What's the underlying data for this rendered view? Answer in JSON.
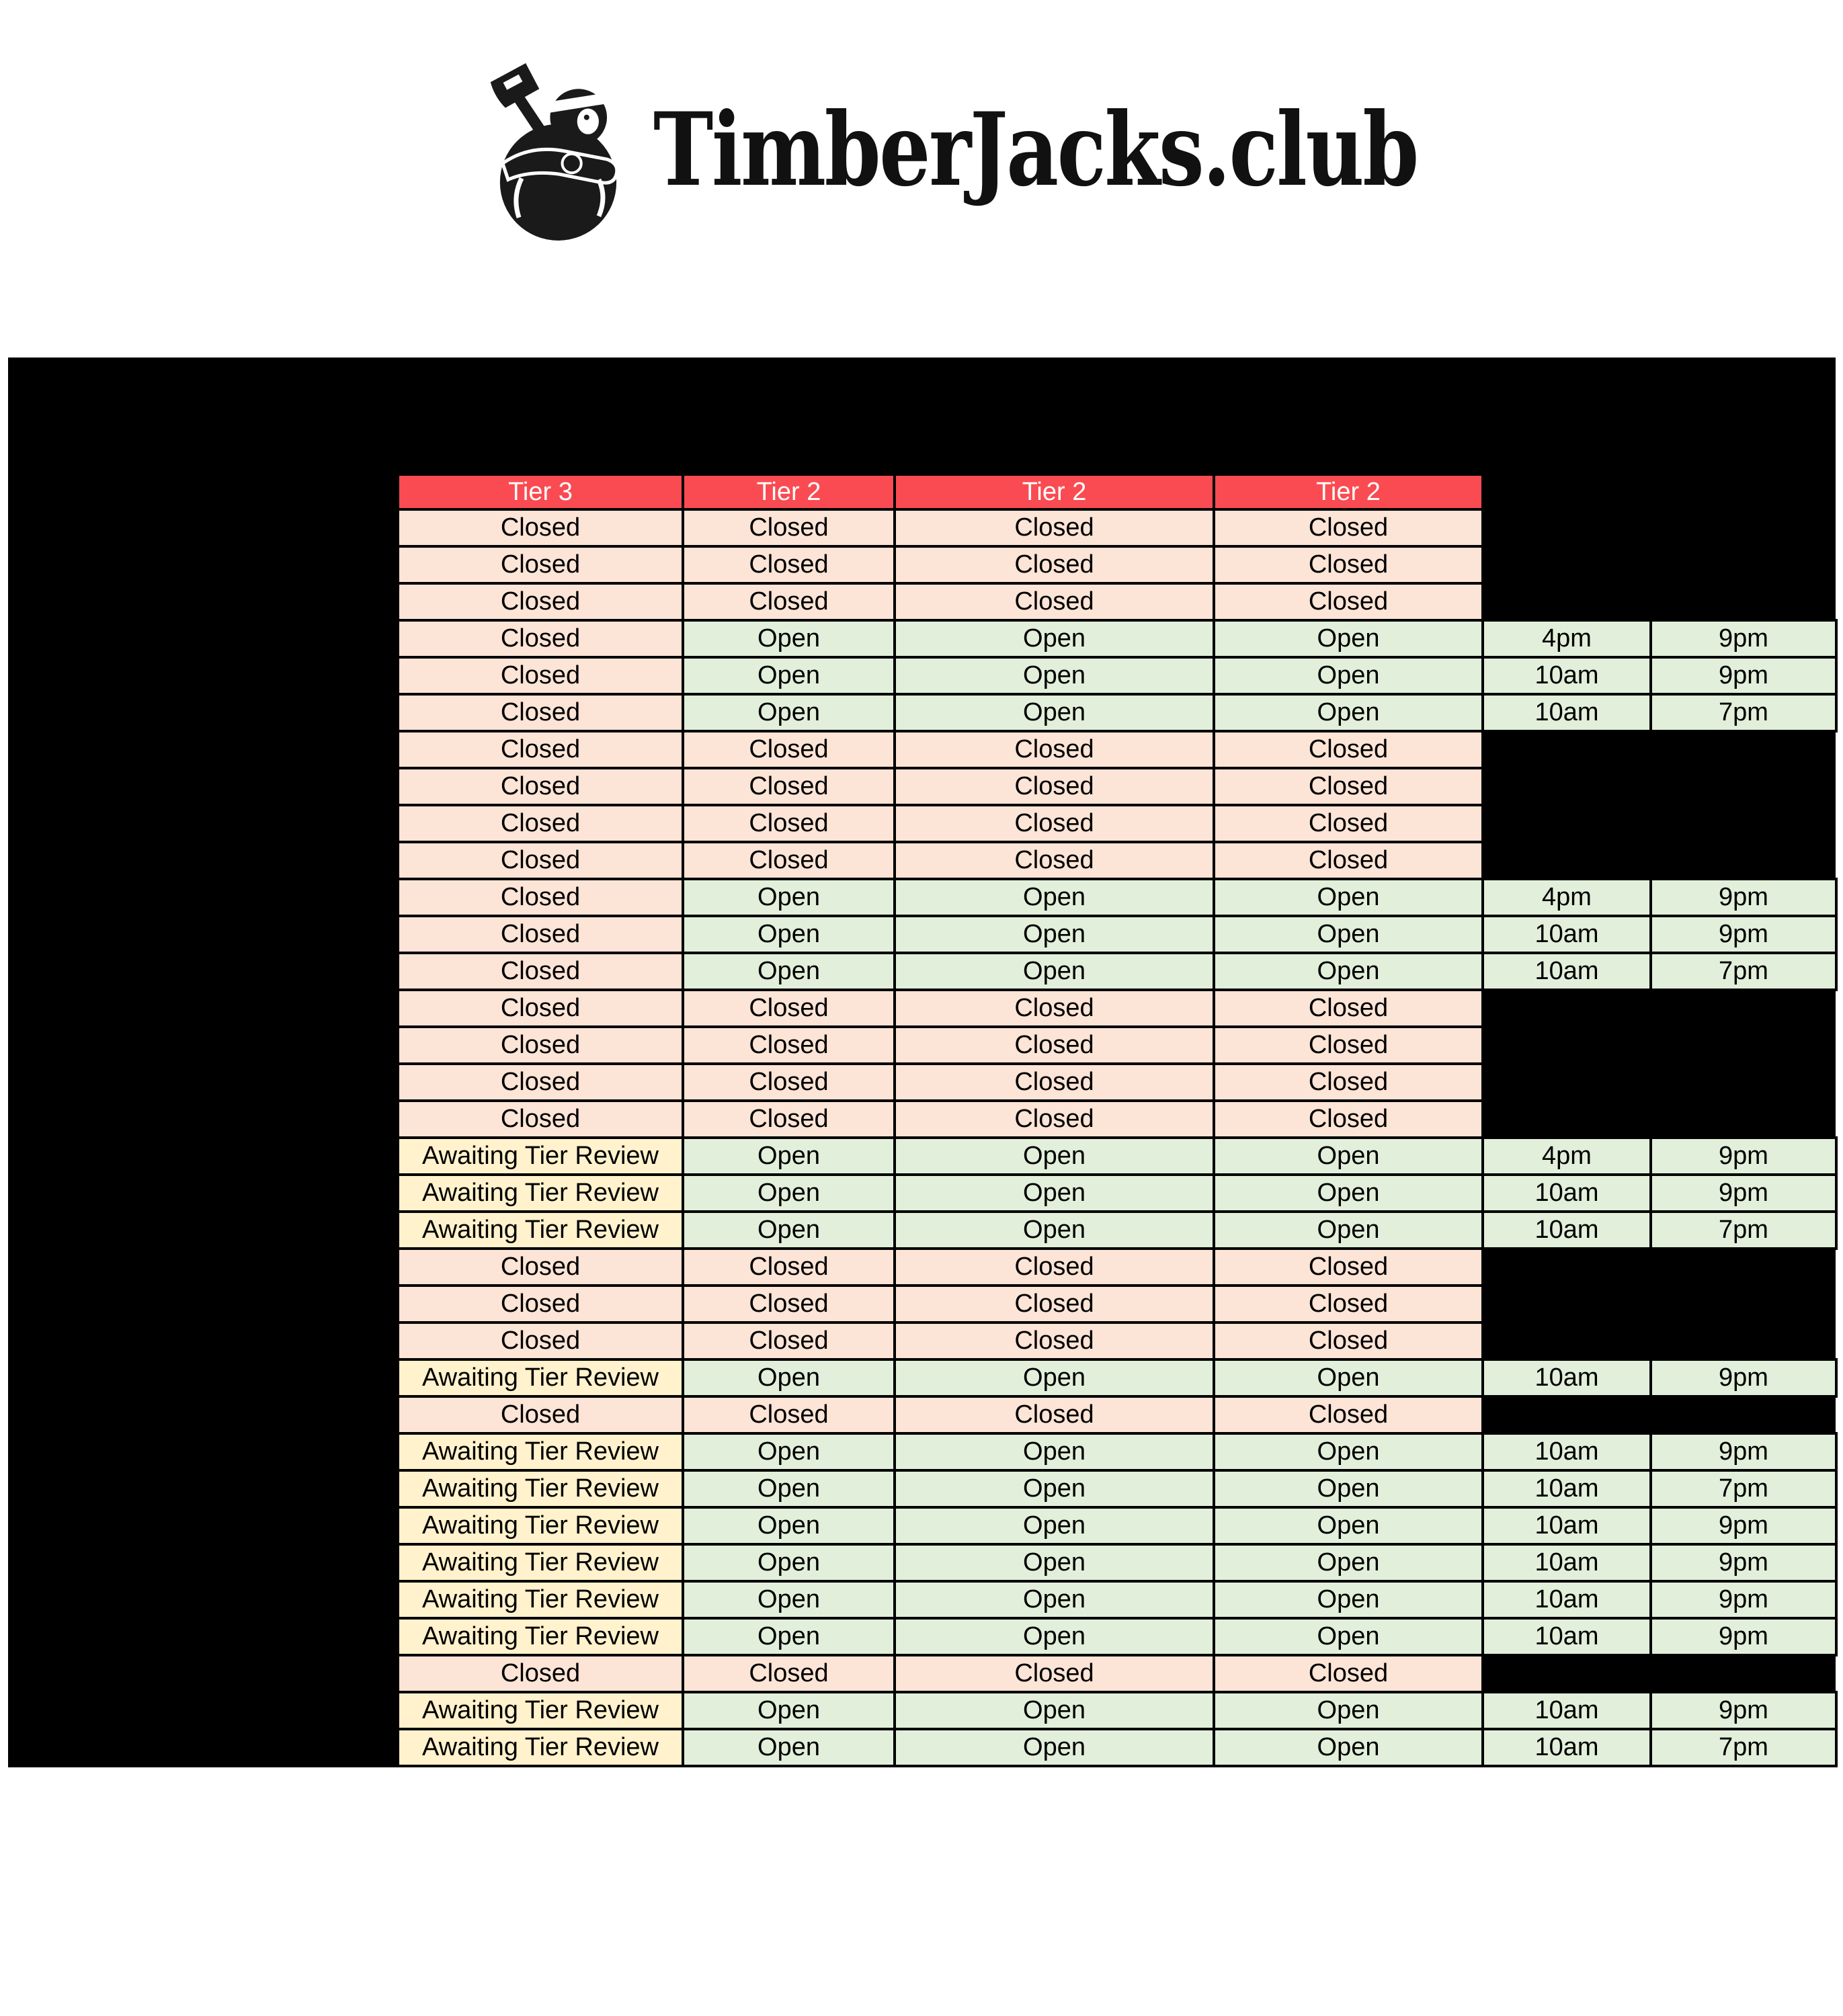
{
  "logo": {
    "text": "TimberJacks.club",
    "icon": "lumberjack-axe-icon"
  },
  "colors": {
    "panel_bg": "#000000",
    "header_red": "#fa4b52",
    "closed_bg": "#fce4d6",
    "open_bg": "#e2efda",
    "awaiting_bg": "#fff2cc",
    "header_text": "#ffffff",
    "cell_text": "#000000"
  },
  "table": {
    "headers": [
      "Tier 3",
      "Tier 2",
      "Tier 2",
      "Tier 2"
    ],
    "rows": [
      {
        "statuses": [
          "Closed",
          "Closed",
          "Closed",
          "Closed"
        ],
        "open_time": "",
        "close_time": ""
      },
      {
        "statuses": [
          "Closed",
          "Closed",
          "Closed",
          "Closed"
        ],
        "open_time": "",
        "close_time": ""
      },
      {
        "statuses": [
          "Closed",
          "Closed",
          "Closed",
          "Closed"
        ],
        "open_time": "",
        "close_time": ""
      },
      {
        "statuses": [
          "Closed",
          "Open",
          "Open",
          "Open"
        ],
        "open_time": "4pm",
        "close_time": "9pm"
      },
      {
        "statuses": [
          "Closed",
          "Open",
          "Open",
          "Open"
        ],
        "open_time": "10am",
        "close_time": "9pm"
      },
      {
        "statuses": [
          "Closed",
          "Open",
          "Open",
          "Open"
        ],
        "open_time": "10am",
        "close_time": "7pm"
      },
      {
        "statuses": [
          "Closed",
          "Closed",
          "Closed",
          "Closed"
        ],
        "open_time": "",
        "close_time": ""
      },
      {
        "statuses": [
          "Closed",
          "Closed",
          "Closed",
          "Closed"
        ],
        "open_time": "",
        "close_time": ""
      },
      {
        "statuses": [
          "Closed",
          "Closed",
          "Closed",
          "Closed"
        ],
        "open_time": "",
        "close_time": ""
      },
      {
        "statuses": [
          "Closed",
          "Closed",
          "Closed",
          "Closed"
        ],
        "open_time": "",
        "close_time": ""
      },
      {
        "statuses": [
          "Closed",
          "Open",
          "Open",
          "Open"
        ],
        "open_time": "4pm",
        "close_time": "9pm"
      },
      {
        "statuses": [
          "Closed",
          "Open",
          "Open",
          "Open"
        ],
        "open_time": "10am",
        "close_time": "9pm"
      },
      {
        "statuses": [
          "Closed",
          "Open",
          "Open",
          "Open"
        ],
        "open_time": "10am",
        "close_time": "7pm"
      },
      {
        "statuses": [
          "Closed",
          "Closed",
          "Closed",
          "Closed"
        ],
        "open_time": "",
        "close_time": ""
      },
      {
        "statuses": [
          "Closed",
          "Closed",
          "Closed",
          "Closed"
        ],
        "open_time": "",
        "close_time": ""
      },
      {
        "statuses": [
          "Closed",
          "Closed",
          "Closed",
          "Closed"
        ],
        "open_time": "",
        "close_time": ""
      },
      {
        "statuses": [
          "Closed",
          "Closed",
          "Closed",
          "Closed"
        ],
        "open_time": "",
        "close_time": ""
      },
      {
        "statuses": [
          "Awaiting Tier Review",
          "Open",
          "Open",
          "Open"
        ],
        "open_time": "4pm",
        "close_time": "9pm"
      },
      {
        "statuses": [
          "Awaiting Tier Review",
          "Open",
          "Open",
          "Open"
        ],
        "open_time": "10am",
        "close_time": "9pm"
      },
      {
        "statuses": [
          "Awaiting Tier Review",
          "Open",
          "Open",
          "Open"
        ],
        "open_time": "10am",
        "close_time": "7pm"
      },
      {
        "statuses": [
          "Closed",
          "Closed",
          "Closed",
          "Closed"
        ],
        "open_time": "",
        "close_time": ""
      },
      {
        "statuses": [
          "Closed",
          "Closed",
          "Closed",
          "Closed"
        ],
        "open_time": "",
        "close_time": ""
      },
      {
        "statuses": [
          "Closed",
          "Closed",
          "Closed",
          "Closed"
        ],
        "open_time": "",
        "close_time": ""
      },
      {
        "statuses": [
          "Awaiting Tier Review",
          "Open",
          "Open",
          "Open"
        ],
        "open_time": "10am",
        "close_time": "9pm"
      },
      {
        "statuses": [
          "Closed",
          "Closed",
          "Closed",
          "Closed"
        ],
        "open_time": "",
        "close_time": ""
      },
      {
        "statuses": [
          "Awaiting Tier Review",
          "Open",
          "Open",
          "Open"
        ],
        "open_time": "10am",
        "close_time": "9pm"
      },
      {
        "statuses": [
          "Awaiting Tier Review",
          "Open",
          "Open",
          "Open"
        ],
        "open_time": "10am",
        "close_time": "7pm"
      },
      {
        "statuses": [
          "Awaiting Tier Review",
          "Open",
          "Open",
          "Open"
        ],
        "open_time": "10am",
        "close_time": "9pm"
      },
      {
        "statuses": [
          "Awaiting Tier Review",
          "Open",
          "Open",
          "Open"
        ],
        "open_time": "10am",
        "close_time": "9pm"
      },
      {
        "statuses": [
          "Awaiting Tier Review",
          "Open",
          "Open",
          "Open"
        ],
        "open_time": "10am",
        "close_time": "9pm"
      },
      {
        "statuses": [
          "Awaiting Tier Review",
          "Open",
          "Open",
          "Open"
        ],
        "open_time": "10am",
        "close_time": "9pm"
      },
      {
        "statuses": [
          "Closed",
          "Closed",
          "Closed",
          "Closed"
        ],
        "open_time": "",
        "close_time": ""
      },
      {
        "statuses": [
          "Awaiting Tier Review",
          "Open",
          "Open",
          "Open"
        ],
        "open_time": "10am",
        "close_time": "9pm"
      },
      {
        "statuses": [
          "Awaiting Tier Review",
          "Open",
          "Open",
          "Open"
        ],
        "open_time": "10am",
        "close_time": "7pm"
      }
    ]
  }
}
